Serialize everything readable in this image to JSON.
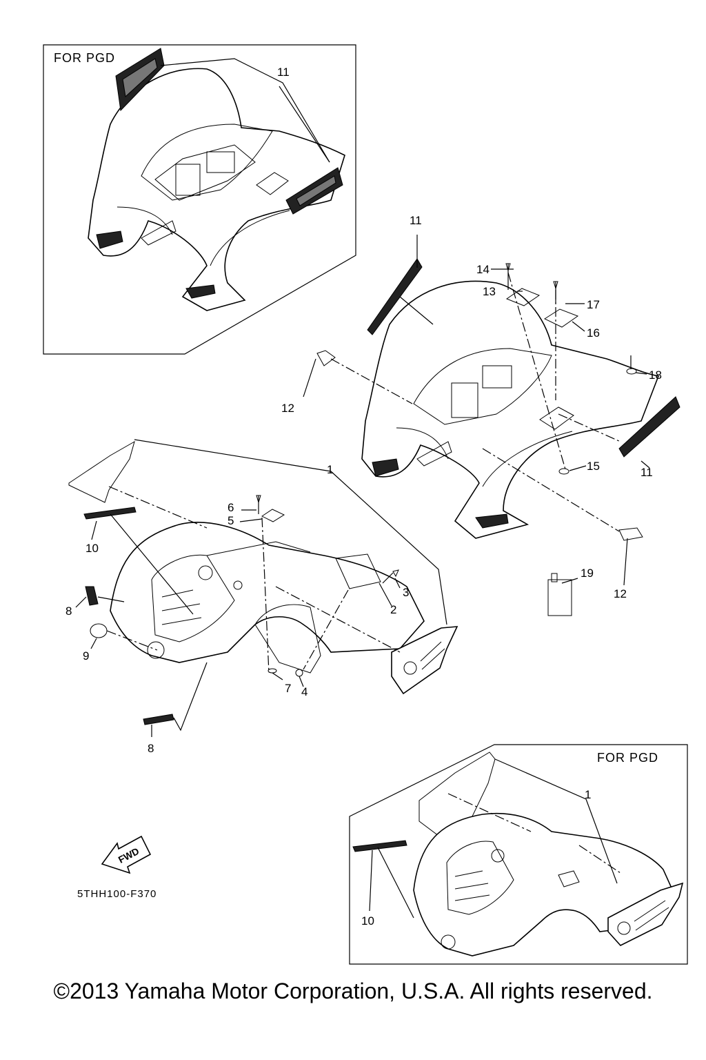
{
  "diagram": {
    "box_labels": {
      "top_left": "FOR  PGD",
      "bottom_right": "FOR  PGD"
    },
    "callouts": {
      "c1": "1",
      "c1b": "1",
      "c2": "2",
      "c3": "3",
      "c4": "4",
      "c5": "5",
      "c6": "6",
      "c7": "7",
      "c8a": "8",
      "c8b": "8",
      "c9": "9",
      "c10a": "10",
      "c10b": "10",
      "c11a": "11",
      "c11b": "11",
      "c11c": "11",
      "c12a": "12",
      "c12b": "12",
      "c13": "13",
      "c14": "14",
      "c15": "15",
      "c16": "16",
      "c17": "17",
      "c18": "18",
      "c19": "19"
    },
    "fwd_label": "FWD",
    "diagram_code": "5THH100-F370"
  },
  "copyright": "©2013 Yamaha Motor Corporation, U.S.A. All rights reserved."
}
